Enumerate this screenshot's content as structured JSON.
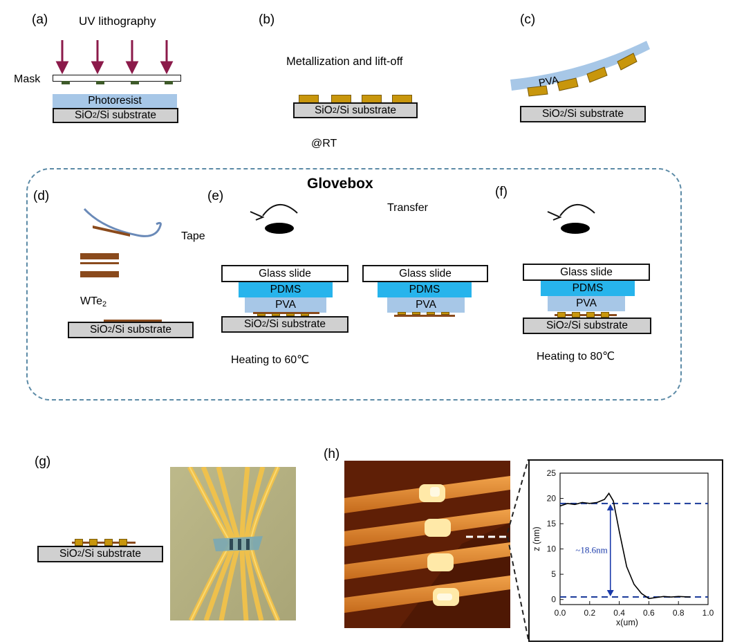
{
  "panels": {
    "a": {
      "label": "(a)",
      "title": "UV lithography",
      "mask_label": "Mask",
      "photoresist": "Photoresist",
      "substrate_main": "SiO",
      "substrate_sub": "2",
      "substrate_rest": "/Si substrate"
    },
    "b": {
      "label": "(b)",
      "title": "Metallization and lift-off",
      "substrate_main": "SiO",
      "substrate_sub": "2",
      "substrate_rest": "/Si substrate",
      "note": "@RT"
    },
    "c": {
      "label": "(c)",
      "polymer": "PVA",
      "substrate_main": "SiO",
      "substrate_sub": "2",
      "substrate_rest": "/Si substrate"
    },
    "glovebox": {
      "title": "Glovebox"
    },
    "d": {
      "label": "(d)",
      "tape": "Tape",
      "material_main": "WTe",
      "material_sub": "2",
      "substrate_main": "SiO",
      "substrate_sub": "2",
      "substrate_rest": "/Si substrate"
    },
    "e": {
      "label": "(e)",
      "transfer": "Transfer",
      "glass": "Glass slide",
      "pdms": "PDMS",
      "pva": "PVA",
      "substrate_main": "SiO",
      "substrate_sub": "2",
      "substrate_rest": "/Si substrate",
      "heating": "Heating to 60℃",
      "glass2": "Glass slide",
      "pdms2": "PDMS",
      "pva2": "PVA"
    },
    "f": {
      "label": "(f)",
      "glass": "Glass slide",
      "pdms": "PDMS",
      "pva": "PVA",
      "substrate_main": "SiO",
      "substrate_sub": "2",
      "substrate_rest": "/Si substrate",
      "heating": "Heating to 80℃"
    },
    "g": {
      "label": "(g)",
      "substrate_main": "SiO",
      "substrate_sub": "2",
      "substrate_rest": "/Si substrate"
    },
    "h": {
      "label": "(h)"
    }
  },
  "colors": {
    "arrow": "#8b1a4a",
    "pad": "#c8960c",
    "flake": "#8a4a1c",
    "pdms": "#27b4ec",
    "pva": "#a7c7e7",
    "substrate": "#d0d0d0",
    "glovebox_border": "#5b8aa6",
    "profile_dash": "#1a3a9a",
    "height_arrow": "#1a3aaa"
  },
  "chart_data": {
    "type": "line",
    "x": [
      0.0,
      0.05,
      0.1,
      0.15,
      0.2,
      0.25,
      0.3,
      0.33,
      0.36,
      0.4,
      0.45,
      0.5,
      0.55,
      0.6,
      0.65,
      0.7,
      0.75,
      0.8,
      0.88
    ],
    "y": [
      18.5,
      19.0,
      18.8,
      19.2,
      19.0,
      19.2,
      19.8,
      21.0,
      19.5,
      13.5,
      6.5,
      3.0,
      1.2,
      0.2,
      0.4,
      0.6,
      0.5,
      0.6,
      0.5
    ],
    "xlabel": "x(um)",
    "ylabel": "z (nm)",
    "xlim": [
      0.0,
      1.0
    ],
    "ylim": [
      -1,
      25
    ],
    "xticks": [
      "0.0",
      "0.2",
      "0.4",
      "0.6",
      "0.8",
      "1.0"
    ],
    "yticks": [
      "0",
      "5",
      "10",
      "15",
      "20",
      "25"
    ],
    "reference_lines": [
      19.0,
      0.5
    ],
    "annotation": "~18.6nm"
  }
}
